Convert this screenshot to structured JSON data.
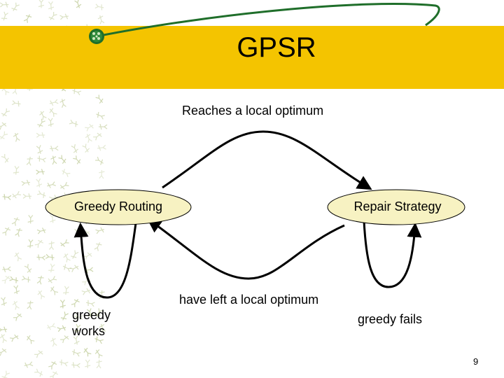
{
  "title": "GPSR",
  "nodes": {
    "greedy_routing": "Greedy Routing",
    "repair_strategy": "Repair Strategy"
  },
  "labels": {
    "top": "Reaches a local optimum",
    "bottom": "have left a local optimum",
    "greedy_works_line1": "greedy",
    "greedy_works_line2": "works",
    "greedy_fails": "greedy fails"
  },
  "page_number": "9",
  "colors": {
    "title_bar": "#f4c400",
    "node_fill": "#f7f2c2",
    "swoosh": "#1f6e2a",
    "pattern": "#b9c68e"
  }
}
